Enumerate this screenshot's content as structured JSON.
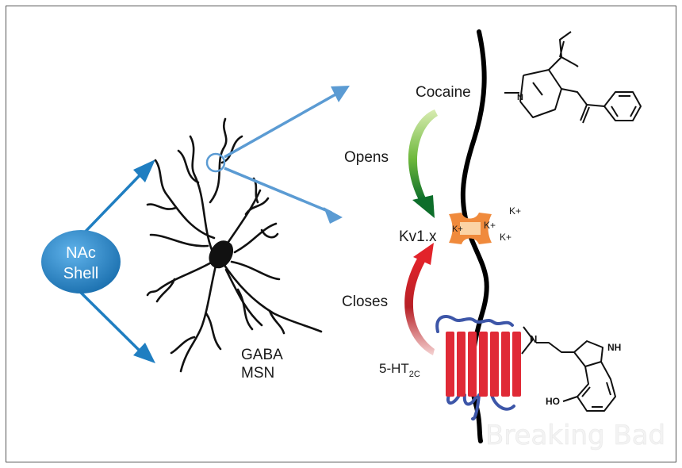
{
  "nac": {
    "line1": "NAc",
    "line2": "Shell"
  },
  "neuron": {
    "line1": "GABA",
    "line2": "MSN"
  },
  "labels": {
    "cocaine": "Cocaine",
    "opens": "Opens",
    "closes": "Closes",
    "kv": "Kv1.x",
    "ht_base": "5-HT",
    "ht_sub": "2C"
  },
  "ions": {
    "inner": "K+",
    "k1": "K+",
    "k2": "K+",
    "k3": "K+"
  },
  "molecule": {
    "nh": "NH",
    "ho": "HO",
    "n_trop": "N"
  },
  "watermark": "Breaking Bad",
  "colors": {
    "nac_blue": "#1f7ec1",
    "arrow_light": "#5b9bd3",
    "receptor": "#e02a36",
    "loop": "#3d56a8",
    "channel": "#f08a3c",
    "channel_inner": "#fbd3a5"
  }
}
